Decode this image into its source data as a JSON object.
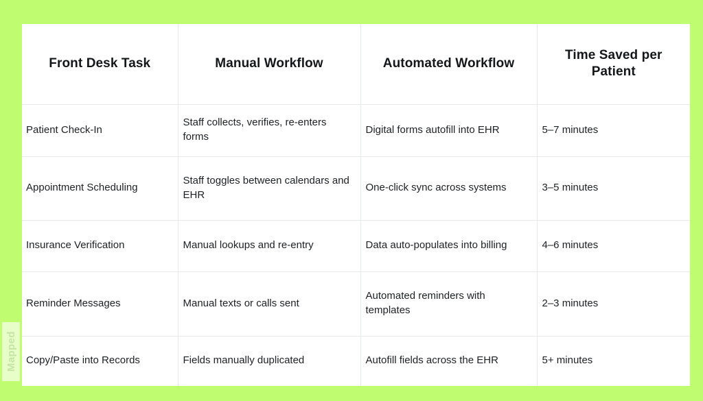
{
  "slide": {
    "background_color": "#c0fc70",
    "card_background": "#ffffff",
    "border_color": "#e8e9ea",
    "heading_color": "#14171a",
    "body_color": "#1d2024"
  },
  "watermark": {
    "text": "Mapped"
  },
  "table": {
    "headers": [
      "Front Desk Task",
      "Manual Workflow",
      "Automated Workflow",
      "Time Saved per Patient"
    ],
    "rows": [
      {
        "task": "Patient Check-In",
        "manual": "Staff collects, verifies, re-enters forms",
        "automated": "Digital forms autofill into EHR",
        "time_saved": "5–7 minutes"
      },
      {
        "task": "Appointment Scheduling",
        "manual": "Staff toggles between calendars and EHR",
        "automated": "One-click sync across systems",
        "time_saved": "3–5 minutes"
      },
      {
        "task": "Insurance Verification",
        "manual": "Manual lookups and re-entry",
        "automated": "Data auto-populates into billing",
        "time_saved": "4–6 minutes"
      },
      {
        "task": "Reminder Messages",
        "manual": "Manual texts or calls sent",
        "automated": "Automated reminders with templates",
        "time_saved": "2–3 minutes"
      },
      {
        "task": "Copy/Paste into Records",
        "manual": "Fields manually duplicated",
        "automated": "Autofill fields across the EHR",
        "time_saved": "5+ minutes"
      }
    ]
  }
}
